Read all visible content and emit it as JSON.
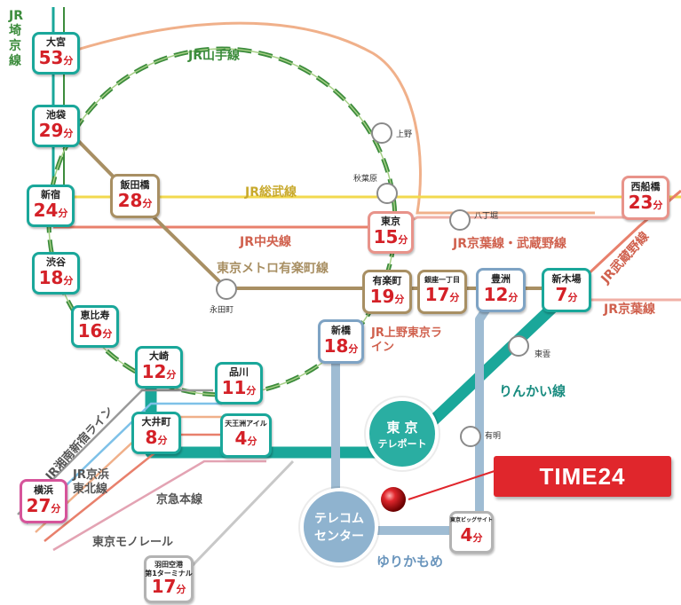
{
  "lines": {
    "yamanote": "JR山手線",
    "sobu": "JR総武線",
    "chuo": "JR中央線",
    "yurakucho": "東京メトロ有楽町線",
    "keiyo_musashino": "JR京葉線・武蔵野線",
    "musashino": "JR武蔵野線",
    "keiyo": "JR京葉線",
    "ueno_tokyo": "JR上野東京ライン",
    "rinkai": "りんかい線",
    "shonan": "JR湘南新宿ライン",
    "keihin": "JR京浜東北線",
    "keikyu": "京急本線",
    "monorail": "東京モノレール",
    "yurikamome": "ゆりかもめ",
    "saikyo": "JR埼京線"
  },
  "stations": {
    "omiya": {
      "name": "大宮",
      "time": "53",
      "unit": "分"
    },
    "ikebukuro": {
      "name": "池袋",
      "time": "29",
      "unit": "分"
    },
    "shinjuku": {
      "name": "新宿",
      "time": "24",
      "unit": "分"
    },
    "shibuya": {
      "name": "渋谷",
      "time": "18",
      "unit": "分"
    },
    "ebisu": {
      "name": "恵比寿",
      "time": "16",
      "unit": "分"
    },
    "osaki": {
      "name": "大崎",
      "time": "12",
      "unit": "分"
    },
    "oimachi": {
      "name": "大井町",
      "time": "8",
      "unit": "分"
    },
    "shinagawa": {
      "name": "品川",
      "time": "11",
      "unit": "分"
    },
    "tennozu": {
      "name": "天王洲アイル",
      "time": "4",
      "unit": "分"
    },
    "iidabashi": {
      "name": "飯田橋",
      "time": "28",
      "unit": "分"
    },
    "tokyo": {
      "name": "東京",
      "time": "15",
      "unit": "分"
    },
    "yurakucho": {
      "name": "有楽町",
      "time": "19",
      "unit": "分"
    },
    "ginza1": {
      "name": "銀座一丁目",
      "time": "17",
      "unit": "分"
    },
    "toyosu": {
      "name": "豊洲",
      "time": "12",
      "unit": "分"
    },
    "shinkiba": {
      "name": "新木場",
      "time": "7",
      "unit": "分"
    },
    "nishifunabashi": {
      "name": "西船橋",
      "time": "23",
      "unit": "分"
    },
    "shimbashi": {
      "name": "新橋",
      "time": "18",
      "unit": "分"
    },
    "yokohama": {
      "name": "横浜",
      "time": "27",
      "unit": "分"
    },
    "haneda": {
      "name": "羽田空港\n第1ターミナル",
      "time": "17",
      "unit": "分"
    },
    "bigsight": {
      "name": "東京ビッグサイト",
      "time": "4",
      "unit": "分"
    }
  },
  "minor_stations": {
    "ueno": "上野",
    "akihabara": "秋葉原",
    "hatchobori": "八丁堀",
    "nagatacho": "永田町",
    "shinonome": "東雲",
    "ariake": "有明"
  },
  "hubs": {
    "teleport_1": "東 京",
    "teleport_2": "テレポート",
    "telecom_1": "テレコム",
    "telecom_2": "センター"
  },
  "destination": "TIME24",
  "colors": {
    "rinkai": "#1aa79a",
    "yurikamome": "#9fbcd3",
    "yamanote": "#3c8c3c",
    "sobu": "#f2d94e",
    "chuo": "#e8806c",
    "yurakucho_line": "#b8a27a",
    "keiyo": "#e6a37a",
    "accent_red": "#e0262c"
  }
}
